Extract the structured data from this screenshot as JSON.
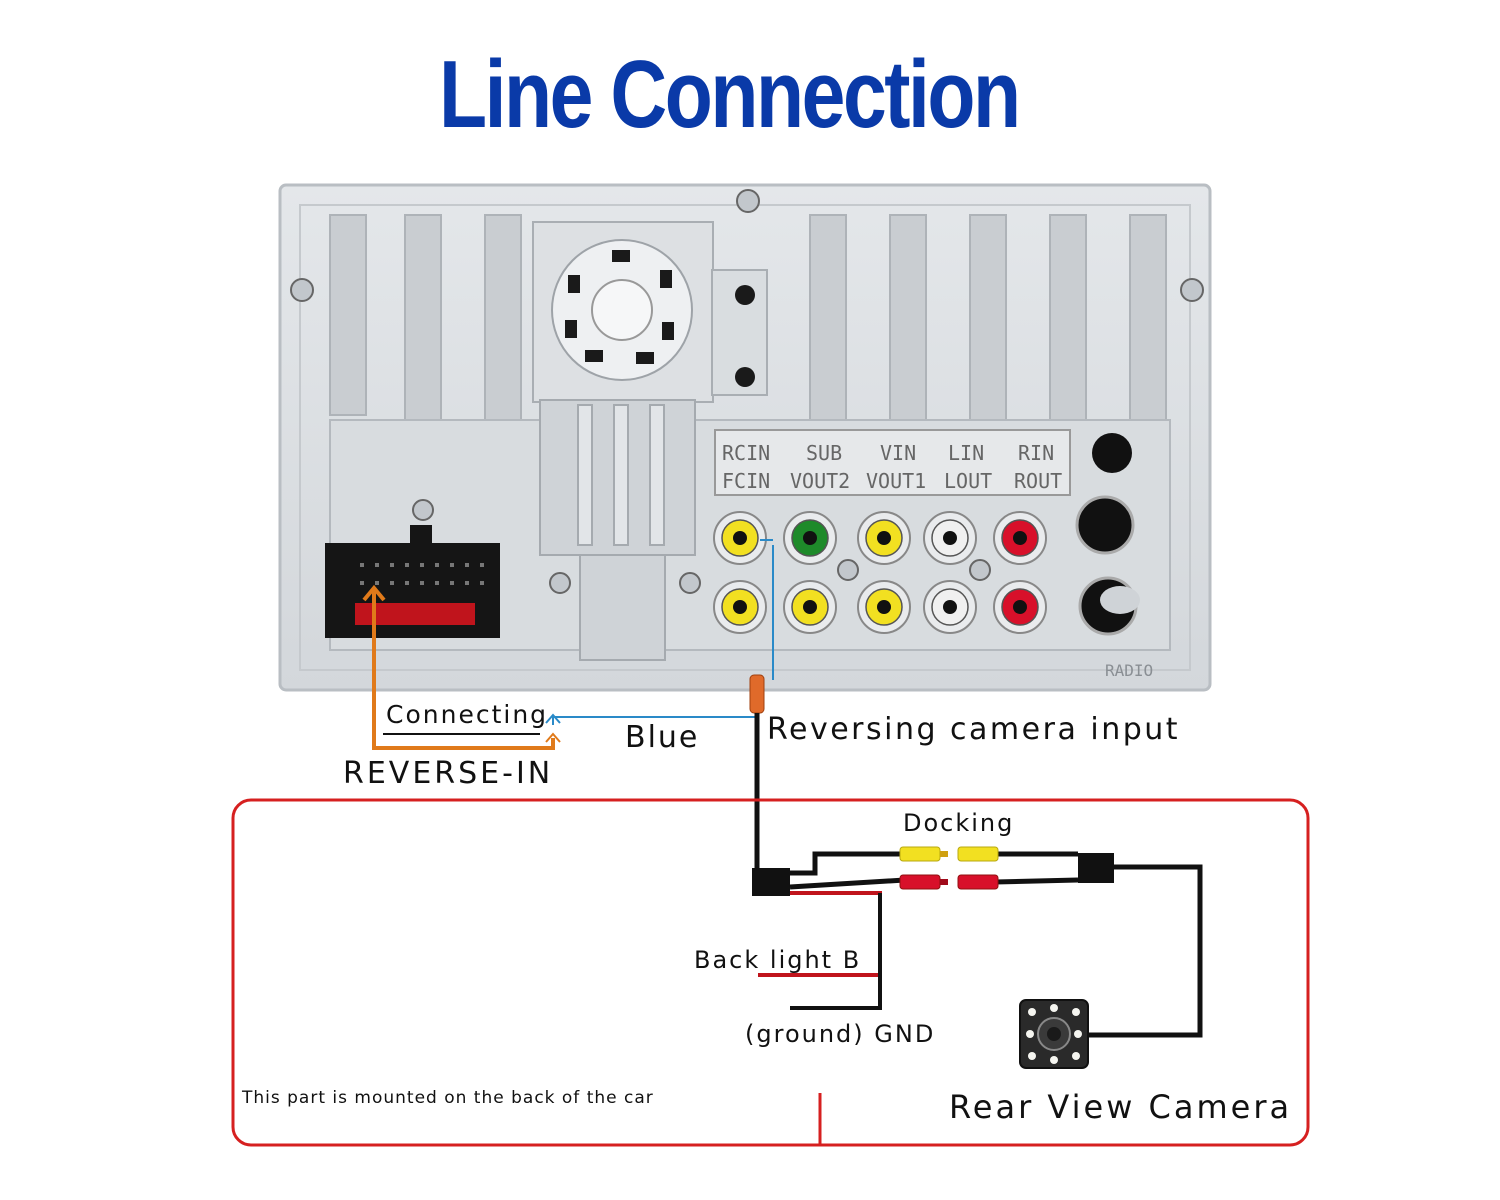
{
  "title": "Line Connection",
  "panel": {
    "jack_labels_top": [
      "RCIN",
      "SUB",
      "VIN",
      "LIN",
      "RIN"
    ],
    "jack_labels_bottom": [
      "FCIN",
      "VOUT2",
      "VOUT1",
      "LOUT",
      "ROUT"
    ],
    "brand_mark": "RADIO"
  },
  "labels": {
    "connecting": "Connecting",
    "reverse_in": "REVERSE-IN",
    "blue": "Blue",
    "reversing_input": "Reversing camera input",
    "docking": "Docking",
    "back_light": "Back light B",
    "ground": "(ground) GND",
    "rear_part_note": "This part is mounted on the back of the car",
    "rear_camera": "Rear View Camera"
  },
  "colors": {
    "title": "#0a3aa8",
    "orange_wire": "#e07a1a",
    "blue_wire": "#2a8ac8",
    "red_frame": "#d62020",
    "jack_yellow": "#f2e021",
    "jack_green": "#1e8a2a",
    "jack_white": "#f0f0f0",
    "jack_red": "#d8102a"
  }
}
